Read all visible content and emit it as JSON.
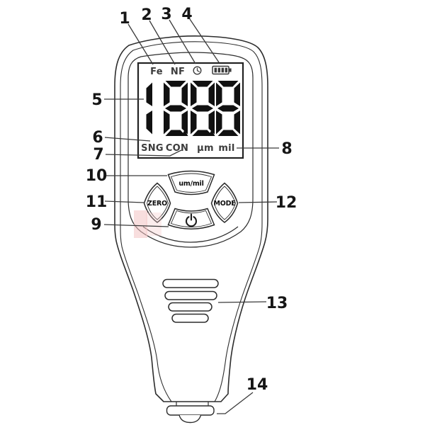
{
  "display": {
    "probe_type_fe": "Fe",
    "probe_type_nf": "NF",
    "clock_icon": "clock-icon",
    "battery_icon": "battery-icon-4-bars",
    "value": "1888",
    "decimal_points_after": [
      1,
      2
    ],
    "statistic_single": "SNG",
    "statistic_continuous": "CON",
    "unit_um": "µm",
    "unit_mil": "mil"
  },
  "buttons": {
    "um_mil_label": "um/mil",
    "zero_label": "ZERO",
    "mode_label": "MODE",
    "power_icon": "power-icon"
  },
  "callouts": [
    "1",
    "2",
    "3",
    "4",
    "5",
    "6",
    "7",
    "8",
    "9",
    "10",
    "11",
    "12",
    "13",
    "14"
  ],
  "colors": {
    "line": "#2d2d2d",
    "lcd_segment": "#111111",
    "watermark_pink": "#f6caca"
  }
}
